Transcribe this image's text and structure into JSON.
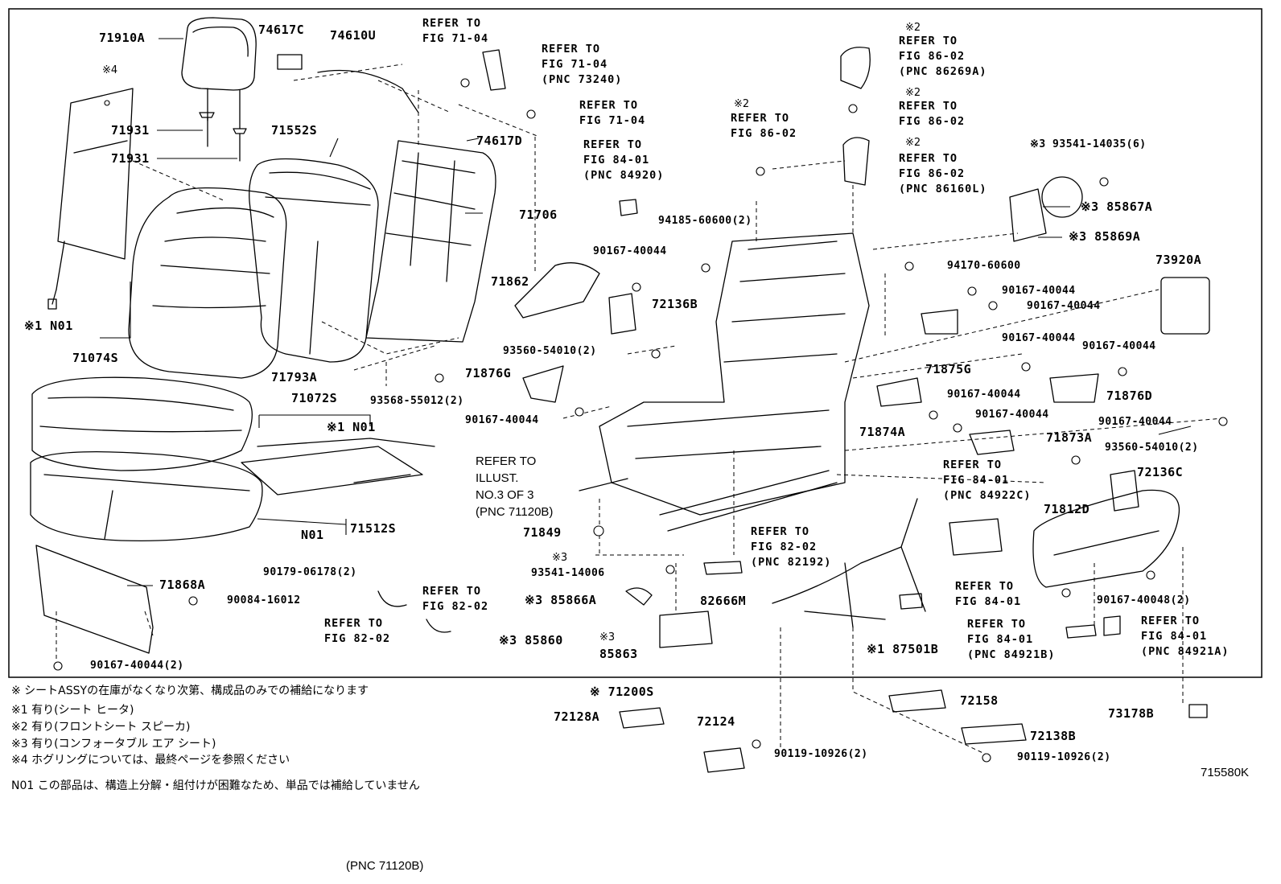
{
  "drawing_id": "715580K",
  "bottom_caption": "(PNC 71120B)",
  "labels": {
    "71910A": "71910A",
    "74617C": "74617C",
    "74610U": "74610U",
    "x4_mark": "※4",
    "71931a": "71931",
    "71931b": "71931",
    "71552S": "71552S",
    "74617D": "74617D",
    "71706": "71706",
    "x1N01a": "※1 N01",
    "71074S": "71074S",
    "71793A": "71793A",
    "71072S": "71072S",
    "x1N01b": "※1 N01",
    "93568": "93568-55012(2)",
    "71512S": "71512S",
    "N01": "N01",
    "90179": "90179-06178(2)",
    "71868A": "71868A",
    "90084": "90084-16012",
    "90167bl": "90167-40044(2)",
    "71862": "71862",
    "90167_a": "90167-40044",
    "72136B": "72136B",
    "93560a": "93560-54010(2)",
    "71876G": "71876G",
    "90167_b": "90167-40044",
    "94185": "94185-60600(2)",
    "71849": "71849",
    "x3a": "※3",
    "93541b": "93541-14006",
    "x3_85866A": "※3 85866A",
    "x3_85860": "※3 85860",
    "x3b": "※3",
    "85863": "85863",
    "82666M": "82666M",
    "x1_87501B": "※1 87501B",
    "94170": "94170-60600",
    "90167_c": "90167-40044",
    "90167_d": "90167-40044",
    "71875G": "71875G",
    "90167_e": "90167-40044",
    "90167_f": "90167-40044",
    "71876D": "71876D",
    "90167_g": "90167-40044",
    "71874A": "71874A",
    "90167_h": "90167-40044",
    "71873A": "71873A",
    "90167_i": "90167-40044",
    "93560b": "93560-54010(2)",
    "72136C": "72136C",
    "71812D": "71812D",
    "90167_48": "90167-40048(2)",
    "73920A": "73920A",
    "x3_93541": "※3 93541-14035(6)",
    "x3_85867A": "※3 85867A",
    "x3_85869A": "※3 85869A",
    "x_71200S": "※ 71200S",
    "72128A": "72128A",
    "72124": "72124",
    "90119a": "90119-10926(2)",
    "72158": "72158",
    "72138B": "72138B",
    "90119b": "90119-10926(2)",
    "73178B": "73178B",
    "x2a": "※2",
    "x2b": "※2",
    "x2c": "※2",
    "x2d": "※2"
  },
  "refs": {
    "r1": "REFER TO\nFIG 71-04",
    "r2": "REFER TO\nFIG 71-04\n(PNC 73240)",
    "r3": "REFER TO\nFIG 71-04",
    "r4": "REFER TO\nFIG 84-01\n(PNC 84920)",
    "r5": "REFER TO\nFIG 86-02",
    "r6": "REFER TO\nFIG 86-02\n(PNC 86269A)",
    "r7": "REFER TO\nFIG 86-02",
    "r8": "REFER TO\nFIG 86-02\n(PNC 86160L)",
    "r9": "REFER TO\nFIG 82-02",
    "r10": "REFER TO\nFIG 82-02",
    "r11": "REFER TO\nFIG 82-02\n(PNC 82192)",
    "r12": "REFER TO\nFIG 84-01\n(PNC 84922C)",
    "r13": "REFER TO\nFIG 84-01",
    "r14": "REFER TO\nFIG 84-01\n(PNC 84921B)",
    "r15": "REFER TO\nFIG 84-01\n(PNC 84921A)",
    "r16": "REFER TO\nILLUST.\nNO.3 OF 3\n(PNC 71120B)"
  },
  "notes": [
    "※  シートASSYの在庫がなくなり次第、構成品のみでの補給になります",
    "※1  有り(シート  ヒータ)",
    "※2  有り(フロントシート  スピーカ)",
    "※3  有り(コンフォータブル  エア  シート)",
    "※4  ホグリングについては、最終ページを参照ください",
    "N01 この部品は、構造上分解・組付けが困難なため、単品では補給していません"
  ]
}
